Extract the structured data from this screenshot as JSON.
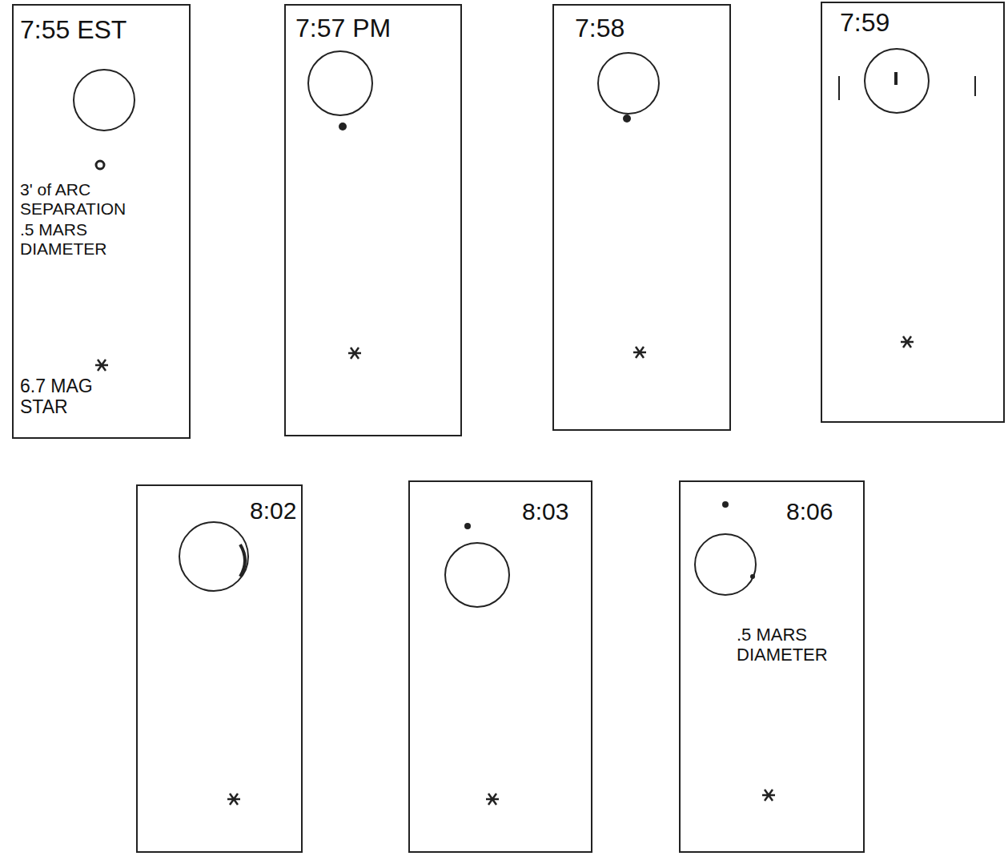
{
  "diagram": {
    "nodes": [
      {
        "text": [
          "7:55 EST",
          "3' of ARC SEPARATION",
          ".5 MARS DIAMETER",
          "6.7 MAG STAR"
        ]
      },
      {
        "text": [
          "7:57 PM"
        ]
      },
      {
        "text": [
          "7:58"
        ]
      },
      {
        "text": [
          "7:59"
        ]
      },
      {
        "text": [
          "8:02"
        ]
      },
      {
        "text": [
          "8:03"
        ]
      },
      {
        "text": [
          "8:06",
          ".5 MARS DIAMETER"
        ]
      }
    ]
  }
}
